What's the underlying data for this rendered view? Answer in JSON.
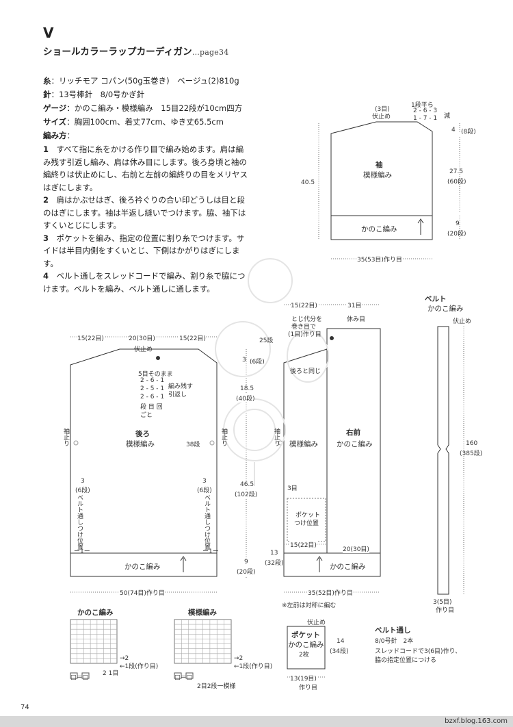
{
  "header": {
    "letter": "V",
    "title": "ショールカラーラップカーディガン",
    "page_ref": "…page34"
  },
  "specs": [
    {
      "label": "糸",
      "text": "：リッチモア コパン(50g玉巻き)　ベージュ(2)810g"
    },
    {
      "label": "針",
      "text": "：13号棒針　8/0号かぎ針"
    },
    {
      "label": "ゲージ",
      "text": "：かのこ編み・模様編み　15目22段が10cm四方"
    },
    {
      "label": "サイズ",
      "text": "：胸囲100cm、着丈77cm、ゆき丈65.5cm"
    },
    {
      "label": "編み方",
      "text": "："
    }
  ],
  "steps": [
    {
      "num": "1",
      "text": "すべて指に糸をかける作り目で編み始めます。肩は編み残す引返し編み、肩は休み目にします。後ろ身頃と袖の編終りは伏止めにし、右前と左前の編終りの目をメリヤスはぎにします。"
    },
    {
      "num": "2",
      "text": "肩はかぶせはぎ、後ろ衿ぐりの合い印どうしは目と段のはぎにします。袖は半返し縫いでつけます。脇、袖下はすくいとじにします。"
    },
    {
      "num": "3",
      "text": "ポケットを編み、指定の位置に割り糸でつけます。サイドは半目内側をすくいとじ、下側はかがりはぎにします。"
    },
    {
      "num": "4",
      "text": "ベルト通しをスレッドコードで編み、割り糸で脇につけます。ベルトを編み、ベルト通しに通します。"
    }
  ],
  "sleeve": {
    "title": "袖",
    "pattern": "模様編み",
    "band": "かのこ編み",
    "bind_off": "伏止め",
    "bind_off_sts": "(3目)",
    "dec_head": "1段平ら",
    "dec_row1": "2 - 6 - 3",
    "dec_row2": "1 - 7 - 1",
    "dec_label": "減",
    "height": "40.5",
    "top_cm": "4",
    "top_rows": "(8段)",
    "mid_cm": "27.5",
    "mid_rows": "(60段)",
    "bot_cm": "9",
    "bot_rows": "(20段)",
    "width": "35(53目)作り目"
  },
  "back": {
    "title": "後ろ",
    "pattern": "模様編み",
    "band": "かのこ編み",
    "shoulder_l": "15(22目)",
    "neck": "20(30目)",
    "shoulder_r": "15(22目)",
    "bind_off": "伏止め",
    "short_rows_head": "5目そのまま",
    "sr1": "2 - 6 - 1",
    "sr2": "2 - 5 - 1",
    "sr3": "2 - 6 - 1",
    "sr_legend": "段 目 回",
    "sr_every": "ごと",
    "sr_note1": "編み残す",
    "sr_note2": "引返し",
    "sew_stop": "袖止り",
    "row38": "38段",
    "belt_pos_cm": "3",
    "belt_pos_rows": "(6段)",
    "belt_loop_pos": "ベルト通しつけ位置",
    "width": "50(74目)作り目",
    "edge_mark": "ー1ー"
  },
  "center_dims": {
    "d1": "3",
    "d1r": "(6段)",
    "d2": "18.5",
    "d2r": "(40段)",
    "d3": "46.5",
    "d3r": "(102段)",
    "d4": "9",
    "d4r": "(20段)"
  },
  "front": {
    "title": "右前",
    "pattern_left": "模様編み",
    "pattern_right": "かのこ編み",
    "band": "かのこ編み",
    "top_l": "15(22目)",
    "top_r": "31目",
    "rest_sts": "休み目",
    "note1": "とじ代分を",
    "note2": "巻き目で",
    "note3": "(1目)作り目",
    "rows25": "25段",
    "same_as_back": "後ろと同じ",
    "sew_stop": "袖止り",
    "pocket_pos1": "ポケット",
    "pocket_pos2": "つけ位置",
    "pocket_3": "3目",
    "pocket_bot_l": "15(22目)",
    "pocket_bot_r": "20(30目)",
    "left_cm": "13",
    "left_rows": "(32段)",
    "width": "35(52目)作り目",
    "symmetric": "※左前は対称に編む"
  },
  "belt": {
    "title": "ベルト",
    "pattern": "かのこ編み",
    "bind_off": "伏止め",
    "length": "160",
    "length_rows": "(385段)",
    "width": "3(5目)",
    "width_note": "作り目"
  },
  "pocket": {
    "title": "ポケット",
    "pattern": "かのこ編み",
    "count": "2枚",
    "bind_off": "伏止め",
    "h_cm": "14",
    "h_rows": "(34段)",
    "width": "13(19目)",
    "width_note": "作り目"
  },
  "belt_loop": {
    "title": "ベルト通し",
    "spec": "8/0号針　2本",
    "note1": "スレッドコードで3(6目)作り、",
    "note2": "脇の指定位置につける"
  },
  "chart_kanoko": {
    "title": "かのこ編み",
    "arrow2": "→2",
    "row1": "←1段(作り目)",
    "st_labels": "2  1目",
    "legend": "□＝□"
  },
  "chart_moyo": {
    "title": "模様編み",
    "arrow2": "→2",
    "row1": "←1段(作り目)",
    "repeat": "2目2段一模様",
    "legend": "□＝□"
  },
  "page_number": "74",
  "watermark": "bzxf.blog.163.com"
}
